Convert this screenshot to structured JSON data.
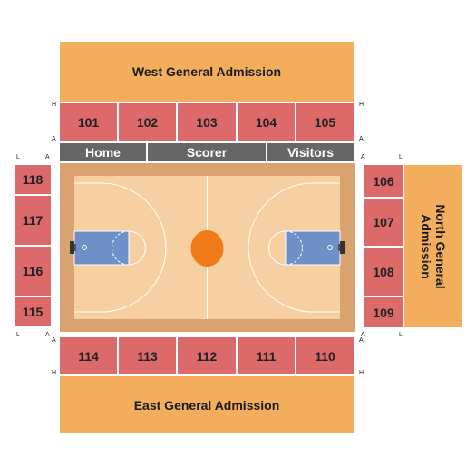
{
  "general_admission": {
    "west": "West General Admission",
    "east": "East General Admission",
    "north_line1": "North General",
    "north_line2": "Admission"
  },
  "sections": {
    "top": [
      "101",
      "102",
      "103",
      "104",
      "105"
    ],
    "right": [
      "106",
      "107",
      "108",
      "109"
    ],
    "bottom": [
      "114",
      "113",
      "112",
      "111",
      "110"
    ],
    "left": [
      "118",
      "117",
      "116",
      "115"
    ]
  },
  "bench": {
    "home": "Home",
    "scorer": "Scorer",
    "visitors": "Visitors"
  },
  "row_labels": {
    "top_first": "H",
    "top_last": "A",
    "side_first": "L",
    "side_last": "A"
  },
  "colors": {
    "general_admission": "#f2ae5c",
    "section": "#dd6a6a",
    "bench": "#666666",
    "court_border": "#d9a36f",
    "court_floor": "#f6cfa3",
    "key": "#6e8fc7",
    "center_circle": "#f07a18"
  }
}
